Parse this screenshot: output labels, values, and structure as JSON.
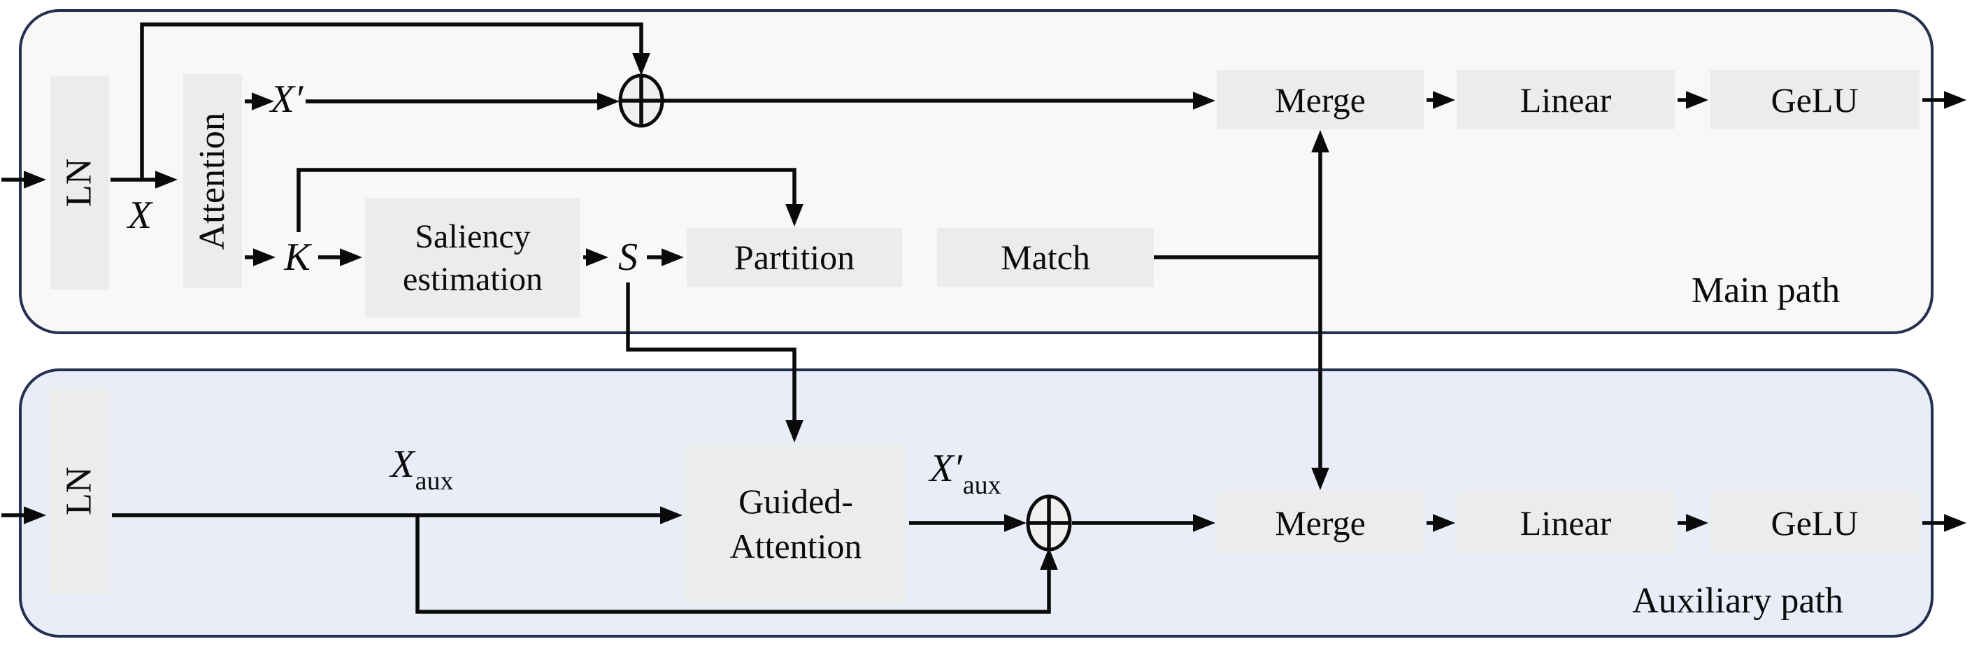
{
  "figure": {
    "main_path": {
      "label": "Main path",
      "blocks": {
        "ln": "LN",
        "attention": "Attention",
        "saliency": "Saliency estimation",
        "partition": "Partition",
        "match": "Match",
        "merge": "Merge",
        "linear": "Linear",
        "gelu": "GeLU"
      },
      "signals": {
        "x": "X",
        "x_prime": "X′",
        "k": "K",
        "s": "S"
      }
    },
    "aux_path": {
      "label": "Auxiliary path",
      "blocks": {
        "ln": "LN",
        "guided_attention": "Guided-Attention",
        "merge": "Merge",
        "linear": "Linear",
        "gelu": "GeLU"
      },
      "signals": {
        "x_aux_base": "X",
        "x_aux_sub": "aux",
        "x_aux_prime_base": "X′",
        "x_aux_prime_sub": "aux"
      }
    },
    "colors": {
      "panel_main_bg": "#f8f8f7",
      "panel_aux_bg": "#e9edf8",
      "border": "#24304f",
      "box_bg": "#ececea",
      "line": "#0a0a0a"
    }
  }
}
